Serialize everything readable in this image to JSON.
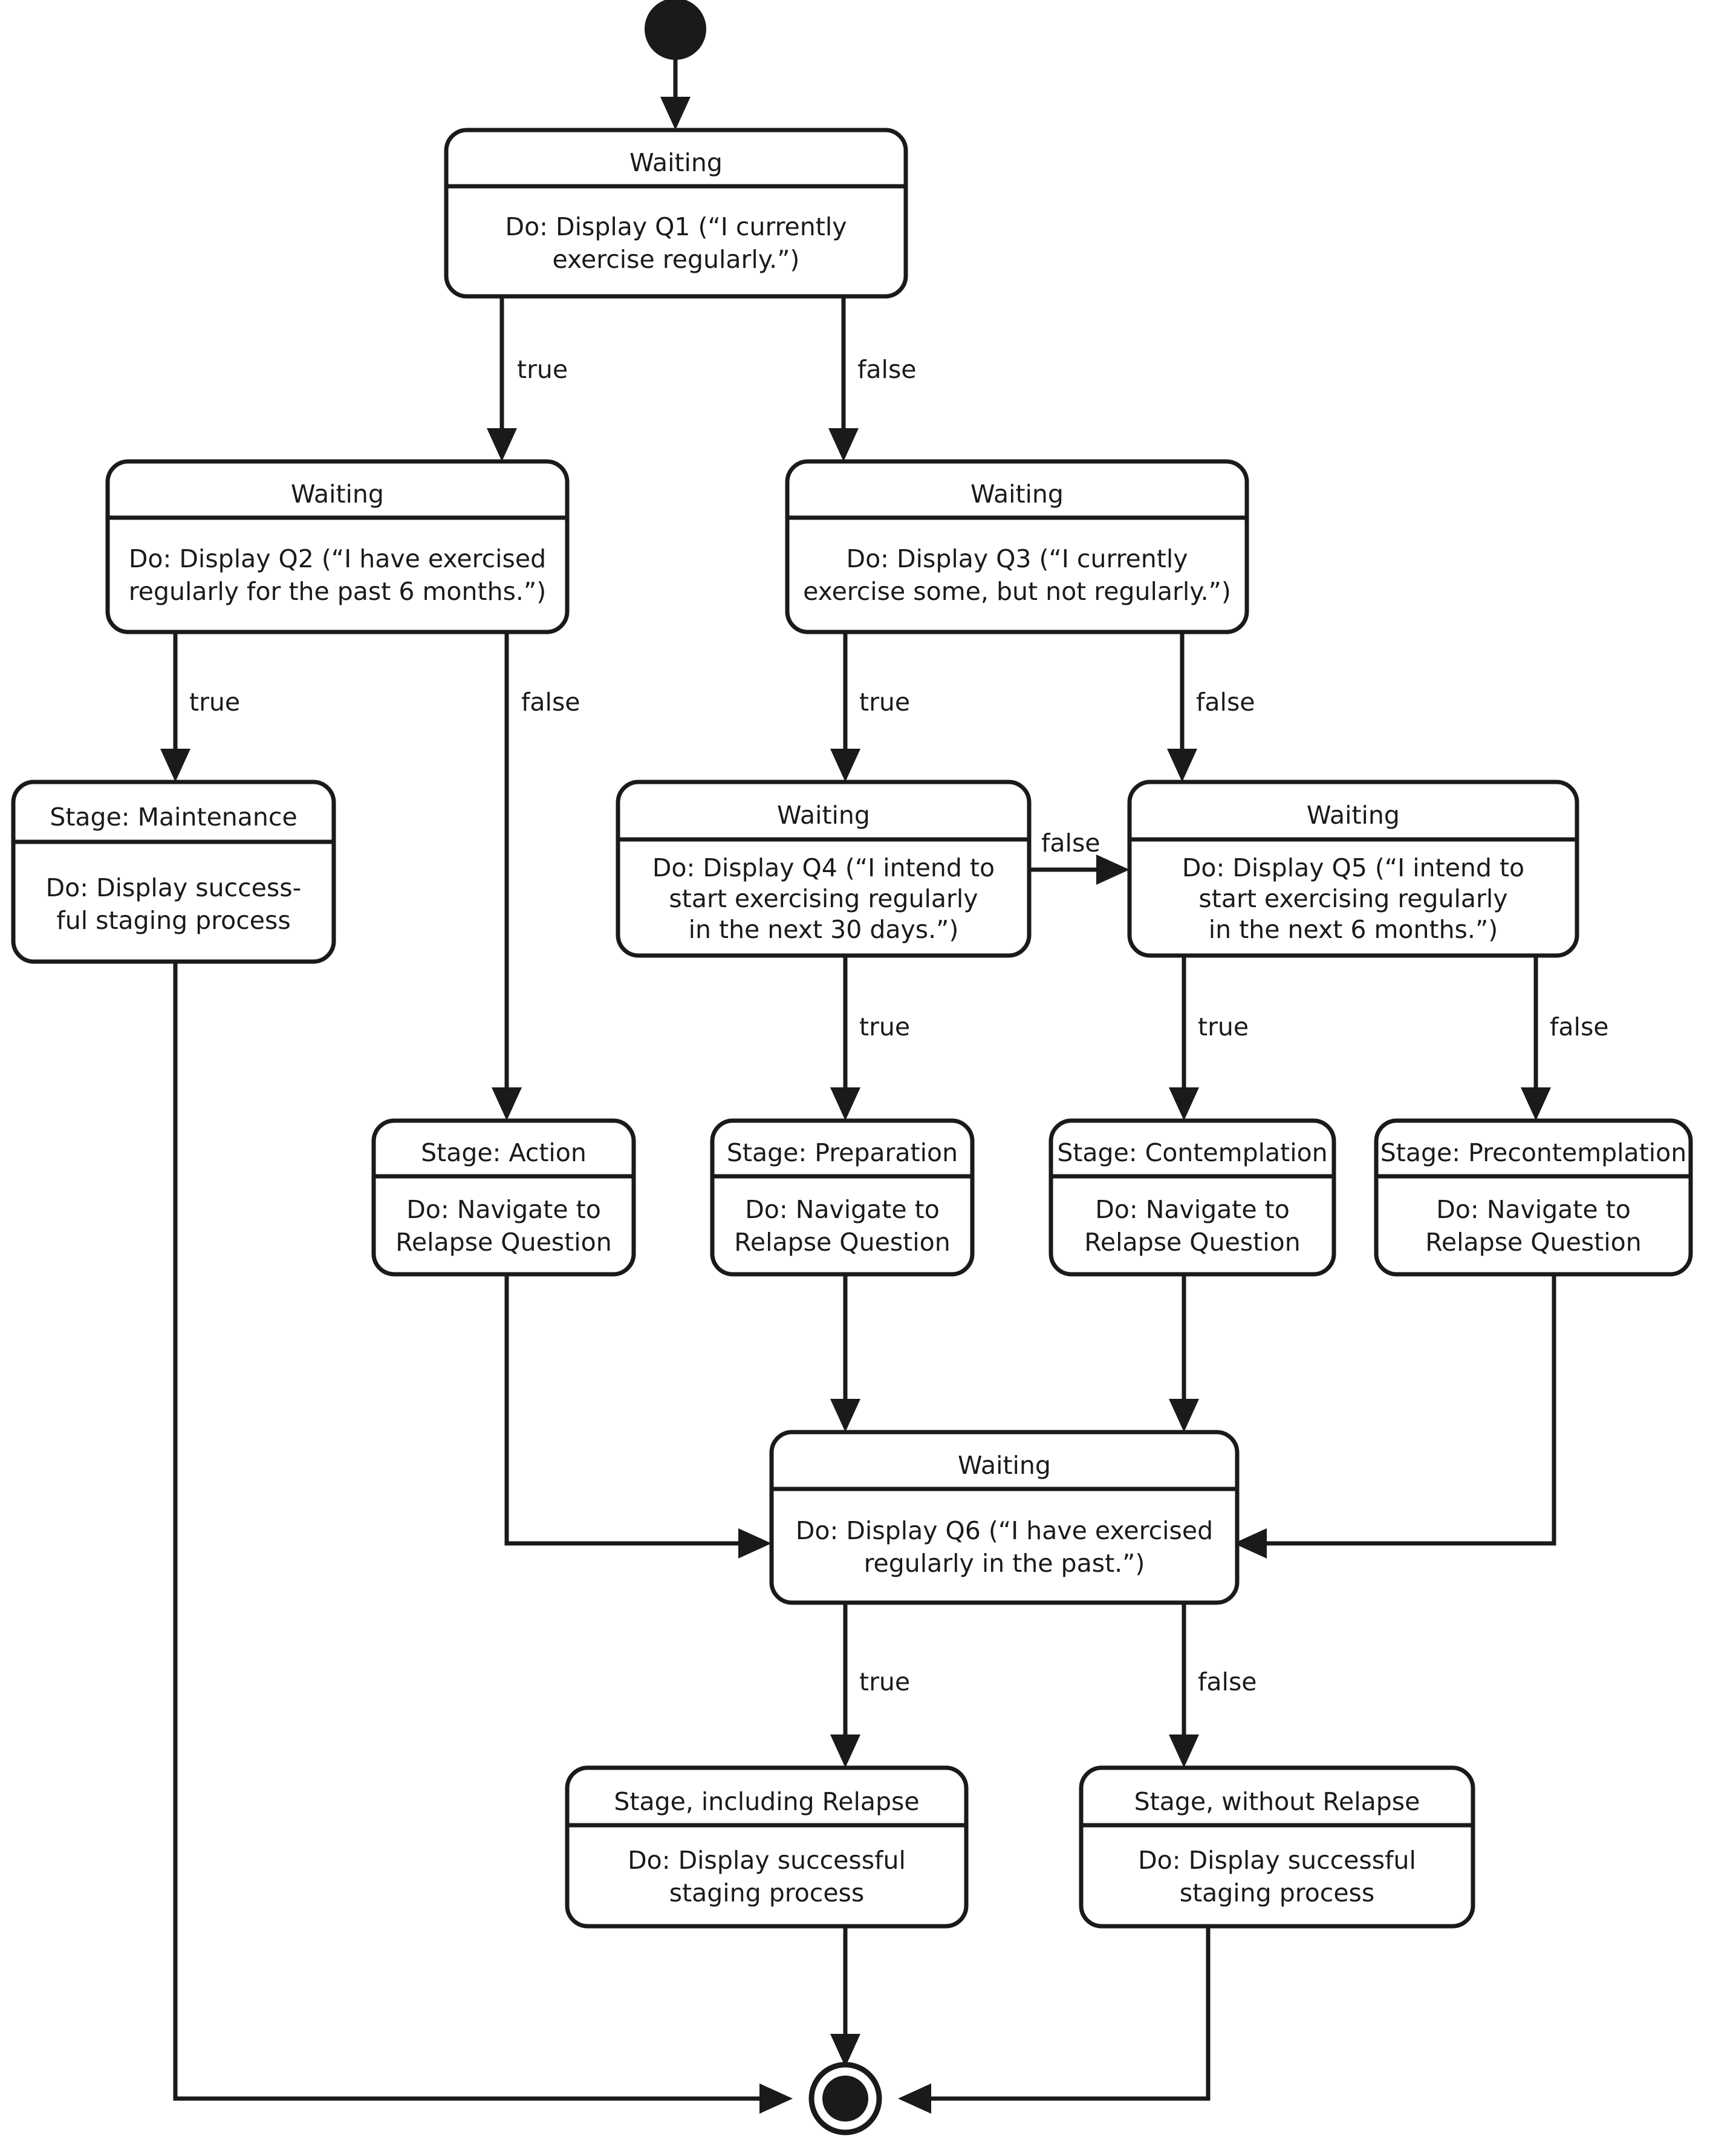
{
  "diagram": {
    "kind": "uml-state-machine",
    "title": "Exercise Stage-of-Change Staging State Machine",
    "colors": {
      "stroke": "#1a1a1a",
      "fill": "#ffffff",
      "background": "#ffffff"
    },
    "initial_node": {
      "label": "initial-state"
    },
    "final_node": {
      "label": "final-state"
    },
    "states": [
      {
        "id": "q1",
        "title": "Waiting",
        "body": [
          "Do: Display Q1 (“I currently",
          "exercise regularly.”)"
        ]
      },
      {
        "id": "q2",
        "title": "Waiting",
        "body": [
          "Do: Display Q2 (“I have exercised",
          "regularly for the past 6 months.”)"
        ]
      },
      {
        "id": "q3",
        "title": "Waiting",
        "body": [
          "Do: Display Q3 (“I currently",
          "exercise some, but not regularly.”)"
        ]
      },
      {
        "id": "maintenance",
        "title": "Stage: Maintenance",
        "body": [
          "Do: Display success-",
          "ful staging process"
        ]
      },
      {
        "id": "q4",
        "title": "Waiting",
        "body": [
          "Do: Display Q4 (“I intend to",
          "start exercising regularly",
          "in the next 30 days.”)"
        ]
      },
      {
        "id": "q5",
        "title": "Waiting",
        "body": [
          "Do: Display Q5 (“I intend to",
          "start exercising regularly",
          "in the  next 6 months.”)"
        ]
      },
      {
        "id": "action",
        "title": "Stage: Action",
        "body": [
          "Do: Navigate to",
          "Relapse Question"
        ]
      },
      {
        "id": "preparation",
        "title": "Stage: Preparation",
        "body": [
          "Do: Navigate to",
          "Relapse Question"
        ]
      },
      {
        "id": "contemplation",
        "title": "Stage: Contemplation",
        "body": [
          "Do: Navigate to",
          "Relapse Question"
        ]
      },
      {
        "id": "precontemplation",
        "title": "Stage: Precontemplation",
        "body": [
          "Do: Navigate to",
          "Relapse Question"
        ]
      },
      {
        "id": "q6",
        "title": "Waiting",
        "body": [
          "Do: Display Q6 (“I have exercised",
          "regularly in the past.”)"
        ]
      },
      {
        "id": "stage_relapse",
        "title": "Stage, including Relapse",
        "body": [
          "Do: Display successful",
          "staging process"
        ]
      },
      {
        "id": "stage_no_relapse",
        "title": "Stage, without Relapse",
        "body": [
          "Do: Display successful",
          "staging process"
        ]
      }
    ],
    "edge_labels": {
      "q1_true": "true",
      "q1_false": "false",
      "q2_true": "true",
      "q2_false": "false",
      "q3_true": "true",
      "q3_false": "false",
      "q4_true": "true",
      "q4_false": "false",
      "q5_true": "true",
      "q5_false": "false",
      "q6_true": "true",
      "q6_false": "false"
    }
  }
}
